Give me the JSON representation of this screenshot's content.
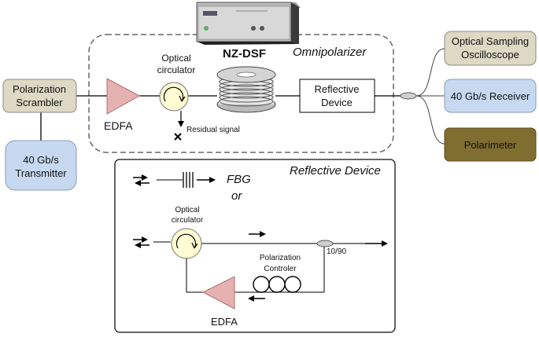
{
  "blocks": {
    "polarization_scrambler": [
      "Polarization",
      "Scrambler"
    ],
    "transmitter": [
      "40 Gb/s",
      "Transmitter"
    ],
    "edfa_top": "EDFA",
    "optical_circulator_top": [
      "Optical",
      "circulator"
    ],
    "residual_signal": "Residual signal",
    "nz_dsf": "NZ-DSF",
    "omnipolarizer": "Omnipolarizer",
    "reflective_device_box": [
      "Reflective",
      "Device"
    ],
    "optical_sampling_oscilloscope": [
      "Optical Sampling",
      "Oscilloscope"
    ],
    "receiver": "40 Gb/s Receiver",
    "polarimeter": "Polarimeter"
  },
  "inset": {
    "title": "Reflective Device",
    "fbg": "FBG",
    "or": "or",
    "optical_circulator": [
      "Optical",
      "circulator"
    ],
    "coupler_ratio": "10/90",
    "polarization_controller": [
      "Polarization",
      "Controler"
    ],
    "edfa": "EDFA"
  },
  "colors": {
    "tan_box": "#ddd9c4",
    "blue_box": "#c6d9f1",
    "olive_box": "#7f6e30",
    "edfa_pink": "#e6b1b1",
    "circulator_yellow": "#fffbd2"
  }
}
